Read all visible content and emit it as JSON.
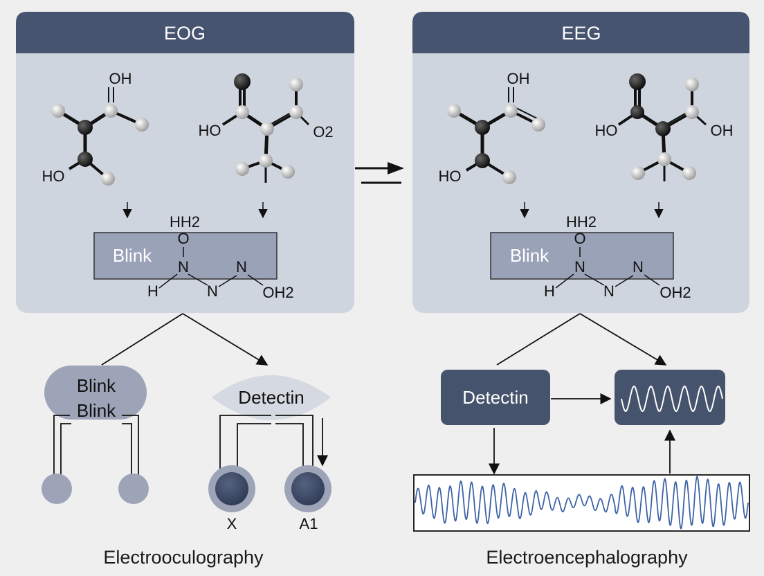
{
  "panels": {
    "eog": {
      "title": "EOG",
      "molecule_left": {
        "top_label": "OH",
        "bottom_label": "HO"
      },
      "molecule_right": {
        "left_label": "HO",
        "right_label": "O2"
      },
      "complex": {
        "box_label": "Blink",
        "top_group": "HH2",
        "o": "O",
        "n1": "N",
        "n2": "N",
        "n3": "N",
        "h": "H",
        "tail": "OH2"
      }
    },
    "eeg": {
      "title": "EEG",
      "molecule_left": {
        "top_label": "OH",
        "bottom_label": "HO"
      },
      "molecule_right": {
        "left_label": "HO",
        "right_label": "OH"
      },
      "complex": {
        "box_label": "Blink",
        "top_group": "HH2",
        "o": "O",
        "n1": "N",
        "n2": "N",
        "n3": "N",
        "h": "H",
        "tail": "OH2"
      }
    }
  },
  "eog_bottom": {
    "blob_line1": "Blink",
    "blob_line2": "Blink",
    "detect_label": "Detectin",
    "electrode_x": "X",
    "electrode_a1": "A1",
    "caption": "Electrooculography"
  },
  "eeg_bottom": {
    "detect_label": "Detectin",
    "caption": "Electroencephalography"
  },
  "colors": {
    "header": "#46546f",
    "panel": "#cfd5df",
    "complex_box": "#9aa2b8",
    "blob": "#9ea4b8",
    "detect_dark": "#45536c",
    "electrode_dark": "#3d4a66",
    "wave": "#3d63a6"
  }
}
